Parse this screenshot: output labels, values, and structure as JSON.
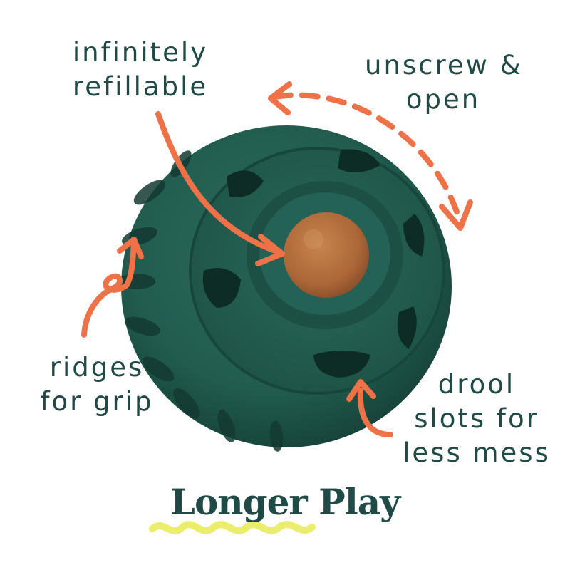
{
  "callouts": {
    "refillable": [
      "infinitely",
      "refillable"
    ],
    "unscrew": [
      "unscrew &",
      "open"
    ],
    "ridges": [
      "ridges",
      "for grip"
    ],
    "drool": [
      "drool",
      "slots for",
      "less mess"
    ]
  },
  "headline": "Longer Play",
  "icons": [
    "dog-ball-toy-icon",
    "treat-icon"
  ],
  "colors": {
    "text": "#1f4a45",
    "arrow": "#ef7148",
    "ball": "#215c4f",
    "ball_dark": "#163f37",
    "treat": "#b06a3a",
    "underline": "#e9ec5c"
  }
}
